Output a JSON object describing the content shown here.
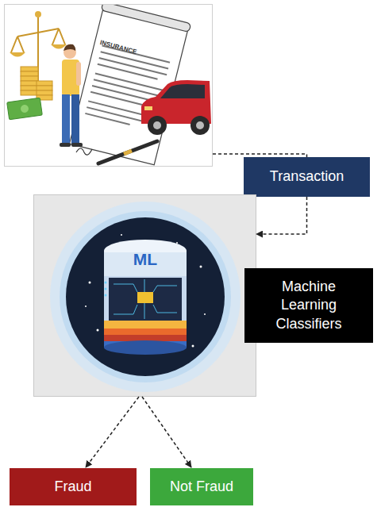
{
  "diagram": {
    "nodes": [
      {
        "text": [
          "INSURANCE"
        ]
      },
      {
        "text": [
          "Transaction"
        ]
      },
      {
        "text": [
          "ML"
        ]
      },
      {
        "text": [
          "Machine Learning Classifiers"
        ]
      },
      {
        "text": [
          "Fraud"
        ]
      },
      {
        "text": [
          "Not Fraud"
        ]
      }
    ],
    "edges": [
      {
        "from": 0,
        "to": 1,
        "arrow": "none"
      },
      {
        "from": 1,
        "to": 2,
        "arrow": "to"
      },
      {
        "from": 2,
        "to": 4,
        "arrow": "to"
      },
      {
        "from": 2,
        "to": 5,
        "arrow": "to"
      }
    ]
  }
}
